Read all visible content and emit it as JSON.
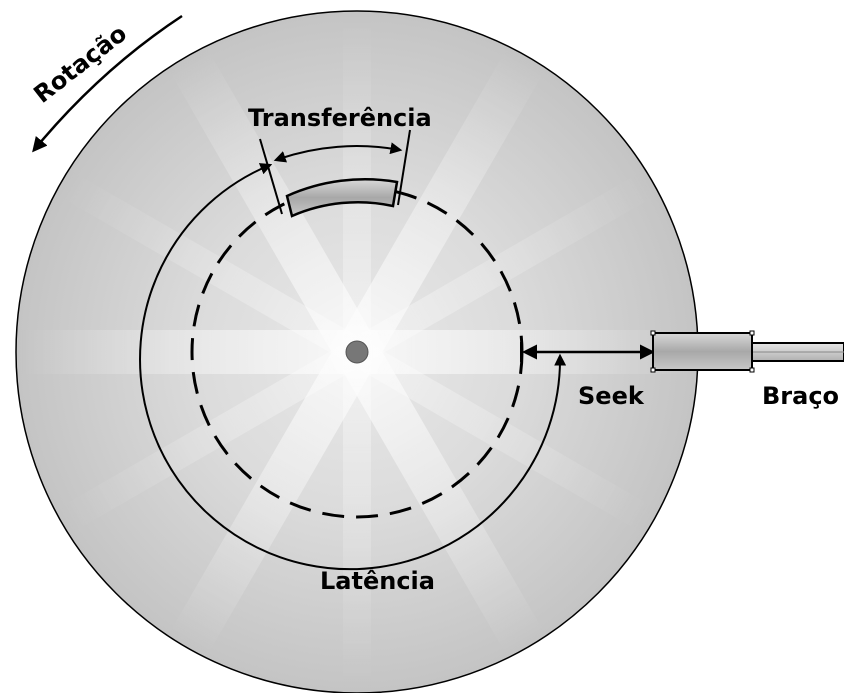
{
  "labels": {
    "rotation": "Rotação",
    "transfer": "Transferência",
    "latency": "Latência",
    "seek": "Seek",
    "arm": "Braço"
  },
  "colors": {
    "stroke": "#000000",
    "disk_light": "#f4f4f4",
    "disk_mid": "#d0d0d0",
    "disk_dark": "#a8a8a8",
    "hub": "#7a7a7a",
    "head_fill": "#b5b5b5",
    "arm_fill": "#c8c8c8"
  }
}
